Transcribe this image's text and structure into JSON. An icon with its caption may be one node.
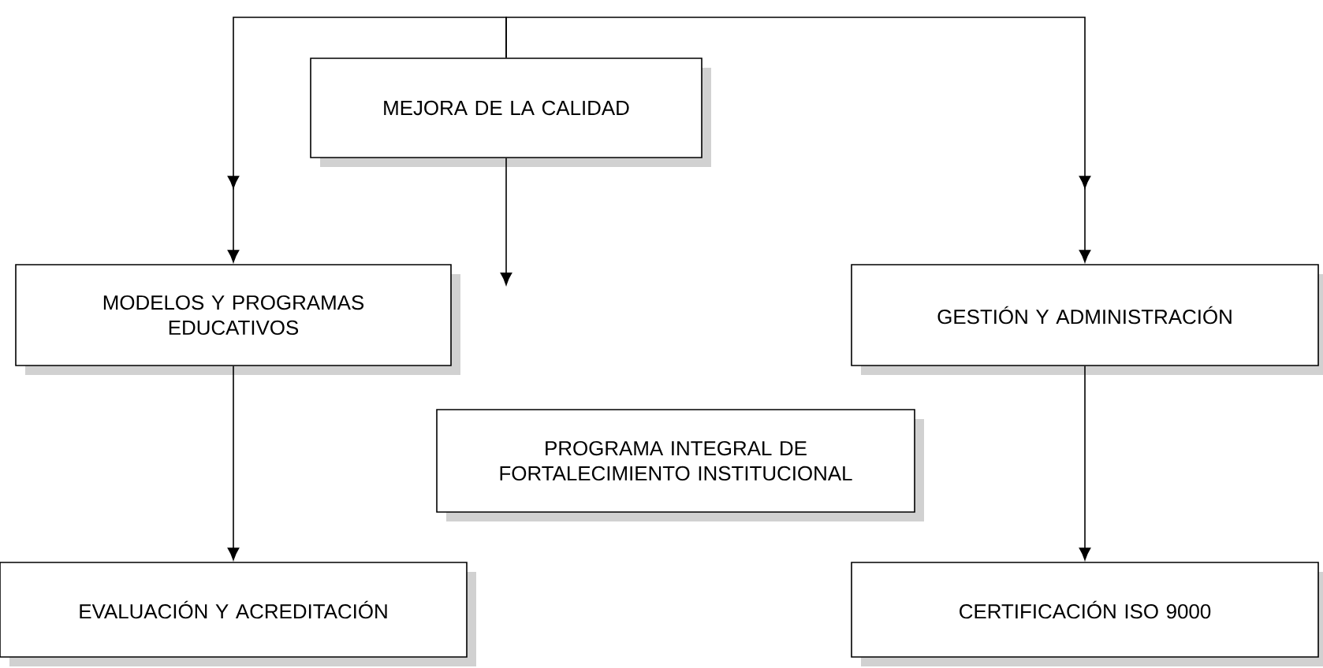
{
  "diagram": {
    "nodes": [
      {
        "text": [
          "MEJORA DE LA CALIDAD"
        ]
      },
      {
        "text": [
          "MODELOS Y PROGRAMAS EDUCATIVOS"
        ]
      },
      {
        "text": [
          "GESTIÓN Y ADMINISTRACIÓN"
        ]
      },
      {
        "text": [
          "PROGRAMA INTEGRAL DE FORTALECIMIENTO INSTITUCIONAL"
        ]
      },
      {
        "text": [
          "EVALUACIÓN Y ACREDITACIÓN"
        ]
      },
      {
        "text": [
          "CERTIFICACIÓN ISO 9000"
        ]
      }
    ],
    "edges": [
      {
        "from": 0,
        "to": 1,
        "arrow": "to"
      },
      {
        "from": 0,
        "to": 2,
        "arrow": "to"
      },
      {
        "from": 0,
        "to": null,
        "arrow": "to"
      },
      {
        "from": 1,
        "to": 4,
        "arrow": "to"
      },
      {
        "from": 2,
        "to": 5,
        "arrow": "to"
      }
    ]
  }
}
